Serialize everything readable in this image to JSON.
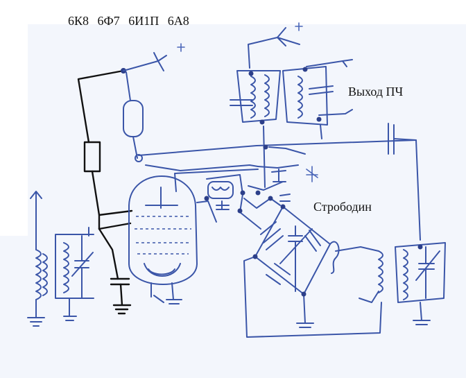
{
  "labels": {
    "tube_types": "6К8  6Ф7  6И1П  6А8",
    "output_if": "Выход ПЧ",
    "strobodyne": "Стрободин"
  },
  "colors": {
    "ink": "#3a55a8",
    "paper_left": "#ffffff",
    "paper": "#f3f6fc",
    "black": "#111111"
  }
}
